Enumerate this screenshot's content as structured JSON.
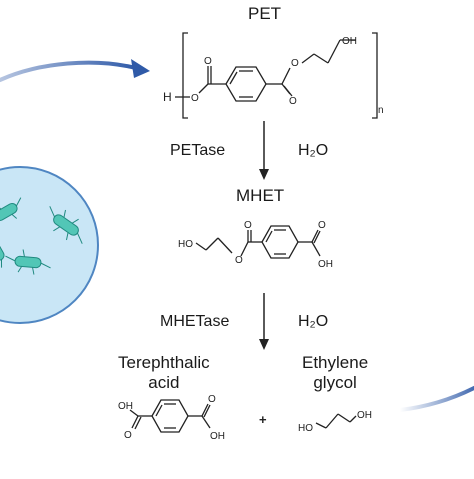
{
  "labels": {
    "pet": "PET",
    "petase": "PETase",
    "water1": "H₂O",
    "mhet": "MHET",
    "mhetase": "MHETase",
    "water2": "H₂O",
    "product1": "Terephthalic\nacid",
    "product2": "Ethylene\nglycol"
  },
  "atoms": {
    "oh": "OH",
    "o": "O",
    "h": "H",
    "ho": "HO",
    "n": "n",
    "plus": "+"
  },
  "colors": {
    "arrow_blue": "#2f5aa8",
    "bacteria_fill": "#52c6b6",
    "bacteria_dark": "#208a80",
    "dish_fill": "#c9e6f6",
    "dish_stroke": "#4f86c2",
    "text": "#1a1a1a"
  }
}
